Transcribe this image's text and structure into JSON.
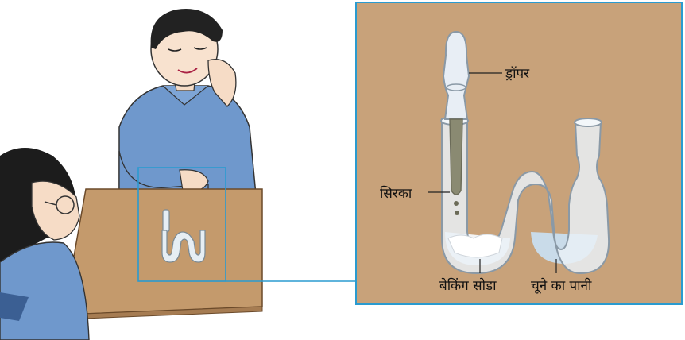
{
  "labels": {
    "dropper": "ड्रॉपर",
    "vinegar": "सिरका",
    "baking_soda": "बेकिंग सोडा",
    "lime_water": "चूने का पानी"
  },
  "colors": {
    "panel_bg": "#c8a27a",
    "frame_border": "#2a9bd0",
    "table": "#c49a6c",
    "shirt": "#6f98cc",
    "glass": "#e9f0f6",
    "liquid": "#c9dbe9"
  }
}
